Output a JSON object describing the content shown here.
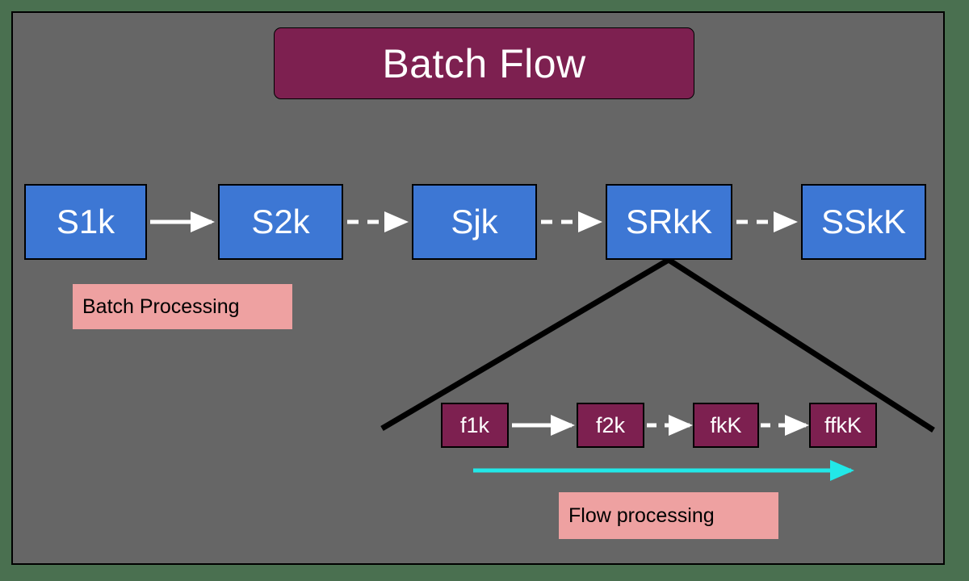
{
  "diagram": {
    "title": "Batch Flow",
    "background_color": "#666666",
    "page_color": "#4a7050",
    "accent_maroon": "#7d2050",
    "accent_blue": "#3d77d4",
    "accent_pink": "#eea1a1",
    "accent_cyan": "#22e8e8"
  },
  "stage_row": {
    "nodes": [
      {
        "label": "S1k"
      },
      {
        "label": "S2k"
      },
      {
        "label": "Sjk"
      },
      {
        "label": "SRkK"
      },
      {
        "label": "SSkK"
      }
    ],
    "connector_styles": [
      "solid",
      "dashed",
      "dashed",
      "dashed"
    ]
  },
  "flow_row": {
    "nodes": [
      {
        "label": "f1k"
      },
      {
        "label": "f2k"
      },
      {
        "label": "fkK"
      },
      {
        "label": "ffkK"
      }
    ],
    "connector_styles": [
      "solid",
      "dashed",
      "dashed"
    ]
  },
  "annotations": {
    "batch": "Batch Processing",
    "flow": "Flow processing"
  }
}
